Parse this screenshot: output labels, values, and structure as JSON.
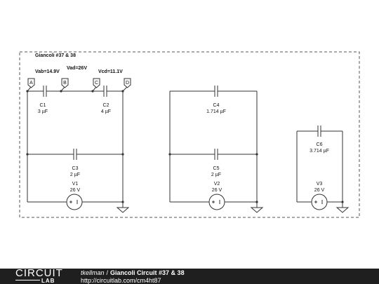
{
  "diagram": {
    "title": "Giancoli #37 & 38",
    "voltages": {
      "vab": "Vab=14.9V",
      "vad": "Vad=26V",
      "vcd": "Vcd=11.1V"
    },
    "nodes": [
      "A",
      "B",
      "C",
      "D"
    ],
    "capacitors": [
      {
        "id": "c1",
        "name": "C1",
        "value": "3 µF"
      },
      {
        "id": "c2",
        "name": "C2",
        "value": "4 µF"
      },
      {
        "id": "c3",
        "name": "C3",
        "value": "2 µF"
      },
      {
        "id": "c4",
        "name": "C4",
        "value": "1.714 µF"
      },
      {
        "id": "c5",
        "name": "C5",
        "value": "2 µF"
      },
      {
        "id": "c6",
        "name": "C6",
        "value": "3.714 µF"
      }
    ],
    "sources": [
      {
        "id": "v1",
        "name": "V1",
        "value": "26 V"
      },
      {
        "id": "v2",
        "name": "V2",
        "value": "26 V"
      },
      {
        "id": "v3",
        "name": "V3",
        "value": "26 V"
      }
    ]
  },
  "footer": {
    "logo_top": "CIRCUIT",
    "logo_bottom": "LAB",
    "user": "tkellman",
    "separator": "/",
    "title": "Giancoli Circuit #37 & 38",
    "url": "http://circuitlab.com/cm4ht87"
  },
  "colors": {
    "wire": "#333333",
    "frame": "#555555",
    "footer_bg": "#1f1f1f"
  }
}
